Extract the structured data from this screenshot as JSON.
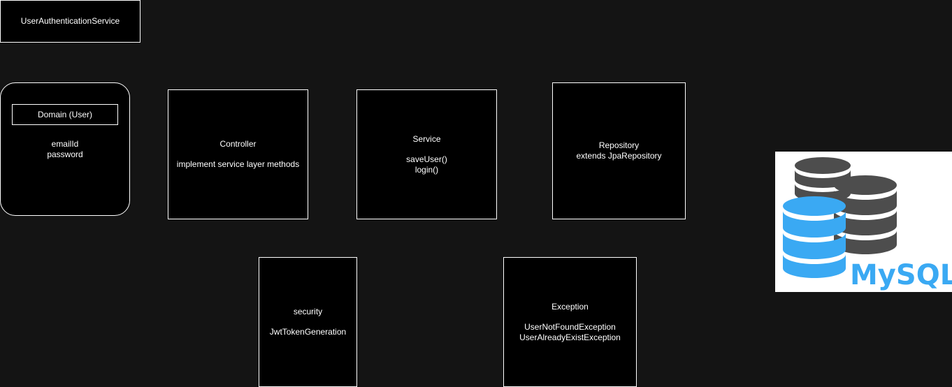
{
  "title_box": {
    "label": "UserAuthenticationService"
  },
  "domain": {
    "header": "Domain (User)",
    "fields": [
      "emailId",
      "password"
    ]
  },
  "controller": {
    "title": "Controller",
    "description": "implement service layer methods"
  },
  "service": {
    "title": "Service",
    "methods": [
      "saveUser()",
      "login()"
    ]
  },
  "repository": {
    "title": "Repository",
    "description": "extends JpaRepository"
  },
  "security": {
    "title": "security",
    "description": "JwtTokenGeneration"
  },
  "exception": {
    "title": "Exception",
    "items": [
      "UserNotFoundException",
      "UserAlreadyExistException"
    ]
  },
  "mysql_logo": {
    "text": "MySQL",
    "colors": {
      "dark_db": "#4d4d4d",
      "blue_db": "#3aa9f3",
      "text": "#3aa9f3"
    }
  }
}
